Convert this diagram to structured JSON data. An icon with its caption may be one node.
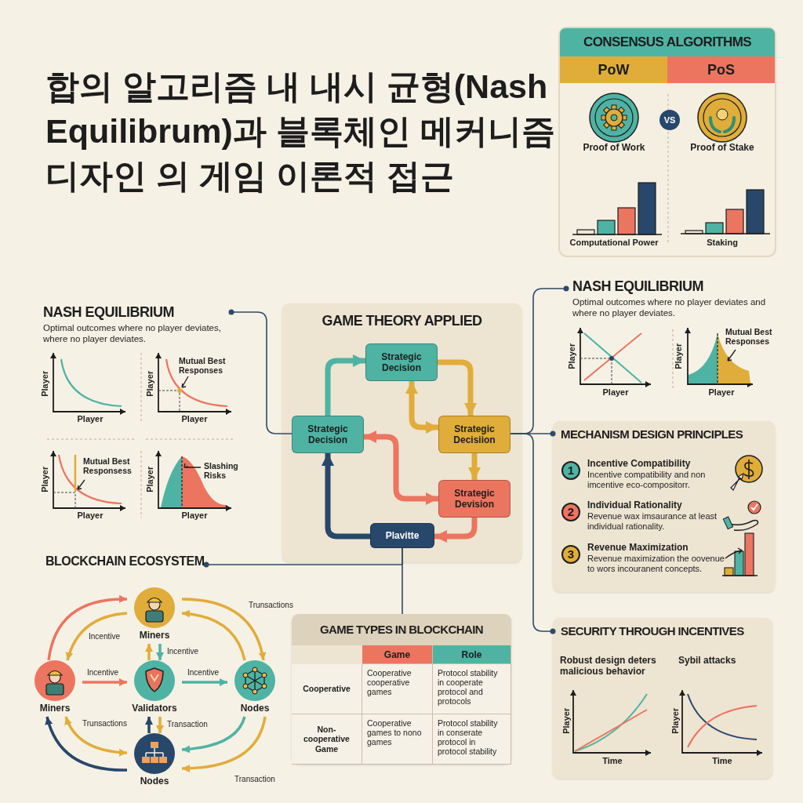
{
  "diagram": {
    "title": "합의 알고리즘 내 내시 균형(Nash Equilibrum)과 블록체인 메커니즘 디자인 의 게임 이론적 접근",
    "nodes": [
      {
        "text": [
          "CONSENSUS ALGORITHMS"
        ]
      },
      {
        "text": [
          "PoW"
        ],
        "in": 0
      },
      {
        "text": [
          "PoS"
        ],
        "in": 0
      },
      {
        "text": [
          "VS"
        ],
        "in": 0
      },
      {
        "text": [
          "NASH EQUILIBRIUM",
          "Optimal outcomes where no player deviates, where no player deviates."
        ]
      },
      {
        "text": [
          "GAME THEORY APPLIED"
        ]
      },
      {
        "text": [
          "Strategic Decision"
        ],
        "in": 5
      },
      {
        "text": [
          "Strategic Decision"
        ],
        "in": 5
      },
      {
        "text": [
          "Strategic Decisiion"
        ],
        "in": 5
      },
      {
        "text": [
          "Strategic Devision"
        ],
        "in": 5
      },
      {
        "text": [
          "Plavitte"
        ],
        "in": 5
      },
      {
        "text": [
          "NASH EQUILIBRIUM",
          "Optimal outcomes where no player deviates and where no player deviates."
        ]
      },
      {
        "text": [
          "MECHANISM DESIGN PRINCIPLES"
        ]
      },
      {
        "text": [
          "1"
        ],
        "in": 12,
        "beside": [
          "Incentive Compatibility",
          "Incentive compatibility and non imcentive eco-compositorr."
        ]
      },
      {
        "text": [
          "2"
        ],
        "in": 12,
        "beside": [
          "Individual Rationality",
          "Revenue wax imsaurance at least individual rationality."
        ]
      },
      {
        "text": [
          "3"
        ],
        "in": 12,
        "beside": [
          "Revenue Maximization",
          "Revenue maximization the oovenue to wors incouranent concepts."
        ]
      },
      {
        "text": [
          "SECURITY THROUGH INCENTIVES"
        ]
      },
      {
        "text": [
          "BLOCKCHAIN ECOSYSTEM"
        ]
      },
      {
        "text": [],
        "shape": "circle",
        "beside": [
          "Miners"
        ]
      },
      {
        "text": [],
        "shape": "circle",
        "beside": [
          "Miners"
        ]
      },
      {
        "text": [],
        "shape": "circle",
        "beside": [
          "Validators"
        ]
      },
      {
        "text": [],
        "shape": "circle",
        "beside": [
          "Nodes"
        ]
      },
      {
        "text": [],
        "shape": "circle",
        "beside": [
          "Nodes"
        ]
      },
      {
        "text": [
          "GAME TYPES IN BLOCKCHAIN"
        ]
      }
    ],
    "edges": [
      {
        "from": 7,
        "to": 6,
        "arrow": "to",
        "style": "thick",
        "color": "#4fb3a3"
      },
      {
        "from": 6,
        "to": 8,
        "arrow": "to",
        "style": "thick",
        "color": "#e0ad3a"
      },
      {
        "from": 6,
        "to": 8,
        "arrow": "both",
        "style": "thick",
        "color": "#e0ad3a"
      },
      {
        "from": 7,
        "to": 9,
        "arrow": "both",
        "style": "thick",
        "color": "#ec7560"
      },
      {
        "from": 8,
        "to": 9,
        "arrow": "to",
        "style": "thick",
        "color": "#e0ad3a"
      },
      {
        "from": 9,
        "to": 10,
        "arrow": "to",
        "style": "thick",
        "color": "#ec7560"
      },
      {
        "from": 10,
        "to": 7,
        "arrow": "to",
        "style": "thick",
        "color": "#27476b"
      },
      {
        "from": 7,
        "to": 4,
        "arrow": "other",
        "color": "#2e4a66"
      },
      {
        "from": 8,
        "to": 11,
        "arrow": "other",
        "color": "#2e4a66"
      },
      {
        "from": 8,
        "to": 12,
        "arrow": "other",
        "color": "#2e4a66"
      },
      {
        "from": 8,
        "to": 16,
        "arrow": "other",
        "color": "#2e4a66"
      },
      {
        "from": 10,
        "to": 23,
        "arrow": "none",
        "color": "#2e4a66"
      },
      {
        "from": 10,
        "to": 17,
        "arrow": "other",
        "color": "#2e4a66"
      },
      {
        "from": 19,
        "to": 18,
        "arrow": "to",
        "color": "#ec7560"
      },
      {
        "from": 18,
        "to": 19,
        "arrow": "to",
        "label": "Incentive",
        "color": "#e0ad3a"
      },
      {
        "from": 18,
        "to": 21,
        "arrow": "to",
        "label": "Trunsactions",
        "color": "#e0ad3a"
      },
      {
        "from": 21,
        "to": 18,
        "arrow": "to",
        "color": "#e0ad3a"
      },
      {
        "from": 20,
        "to": 18,
        "arrow": "to",
        "color": "#e0ad3a"
      },
      {
        "from": 18,
        "to": 20,
        "arrow": "to",
        "label": "Incentive",
        "color": "#4fb3a3"
      },
      {
        "from": 19,
        "to": 20,
        "arrow": "to",
        "label": "Incentive",
        "color": "#ec7560"
      },
      {
        "from": 20,
        "to": 21,
        "arrow": "to",
        "label": "Incentive",
        "color": "#4fb3a3"
      },
      {
        "from": 22,
        "to": 20,
        "arrow": "to",
        "color": "#27476b"
      },
      {
        "from": 20,
        "to": 22,
        "arrow": "to",
        "label": "Transaction",
        "color": "#e0ad3a"
      },
      {
        "from": 21,
        "to": 22,
        "arrow": "to",
        "color": "#4fb3a3"
      },
      {
        "from": 21,
        "to": 22,
        "arrow": "to",
        "label": "Transaction",
        "color": "#e0ad3a"
      },
      {
        "from": 22,
        "to": 19,
        "arrow": "to",
        "color": "#27476b"
      },
      {
        "from": 19,
        "to": 22,
        "arrow": "both",
        "label": "Trunsactions",
        "color": "#e0ad3a"
      }
    ],
    "labels": [
      "Proof of Work",
      "Proof of Stake",
      "Computational Power",
      "Staking",
      "Player",
      "Player",
      "Player",
      "Mutual Best Responses",
      "Player",
      "Player",
      "Mutual Best Responsess",
      "Player",
      "Player",
      "Slashing Risks",
      "Player",
      "Player",
      "Player",
      "Player",
      "Mutual Best Responses",
      "Player",
      "Robust design deters malicious behavior",
      "Sybil attacks",
      "Player",
      "Time",
      "Player",
      "Time",
      "Game",
      "Role",
      "Cooperative",
      "Cooperative cooperative games",
      "Protocol stability in cooperate protocol and protocols",
      "Non-cooperative Game",
      "Cooperative games to nono games",
      "Protocol stability in conserate protocol in protocol stability"
    ]
  }
}
